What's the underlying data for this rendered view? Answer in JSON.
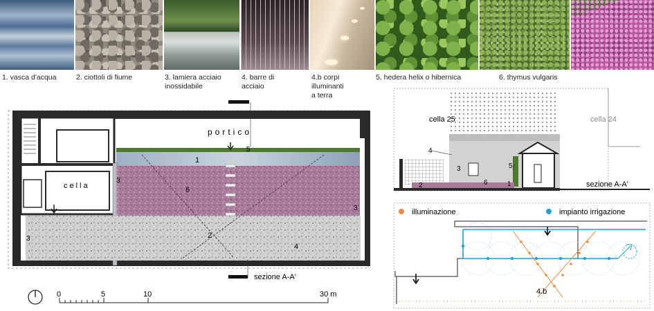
{
  "photos": [
    {
      "id": "water",
      "caption": [
        "1. vasca d'acqua"
      ]
    },
    {
      "id": "pebbles",
      "caption": [
        "2. ciottoli di fiume"
      ]
    },
    {
      "id": "steel",
      "caption": [
        "3. lamiera acciaio",
        "inossidabile"
      ]
    },
    {
      "id": "bars",
      "caption": [
        "4. barre di",
        "acciaio"
      ]
    },
    {
      "id": "lights",
      "caption": [
        "4.b  corpi",
        "illuminanti",
        "a terra"
      ]
    },
    {
      "id": "hedera",
      "caption": [
        "5. hedera helix o hibernica"
      ]
    },
    {
      "id": "thymus",
      "caption": [
        "6. thymus vulgaris"
      ]
    },
    {
      "id": "flowers",
      "caption": []
    }
  ],
  "plan": {
    "portico_label": "portico",
    "cella_label": "cella",
    "section_label": "sezione A-A'",
    "zone_labels": {
      "z1": "1",
      "z2": "2",
      "z3a": "3",
      "z3b": "3",
      "z3c": "3",
      "z4": "4",
      "z5": "5",
      "z6": "6"
    }
  },
  "scale": {
    "ticks": [
      "0",
      "5",
      "10",
      "30 m"
    ]
  },
  "section": {
    "cella25_label": "cella 25",
    "cella24_label": "cella 24",
    "section_label": "sezione A-A'",
    "numbers": {
      "n1": "1",
      "n2": "2",
      "n3": "3",
      "n4": "4",
      "n5": "5",
      "n6": "6"
    }
  },
  "legend": {
    "lighting_label": "illuminazione",
    "lighting_color": "#f08a3c",
    "irrigation_label": "impianto irrigazione",
    "irrigation_color": "#1aa0d8",
    "lights_tag": "4.b"
  }
}
